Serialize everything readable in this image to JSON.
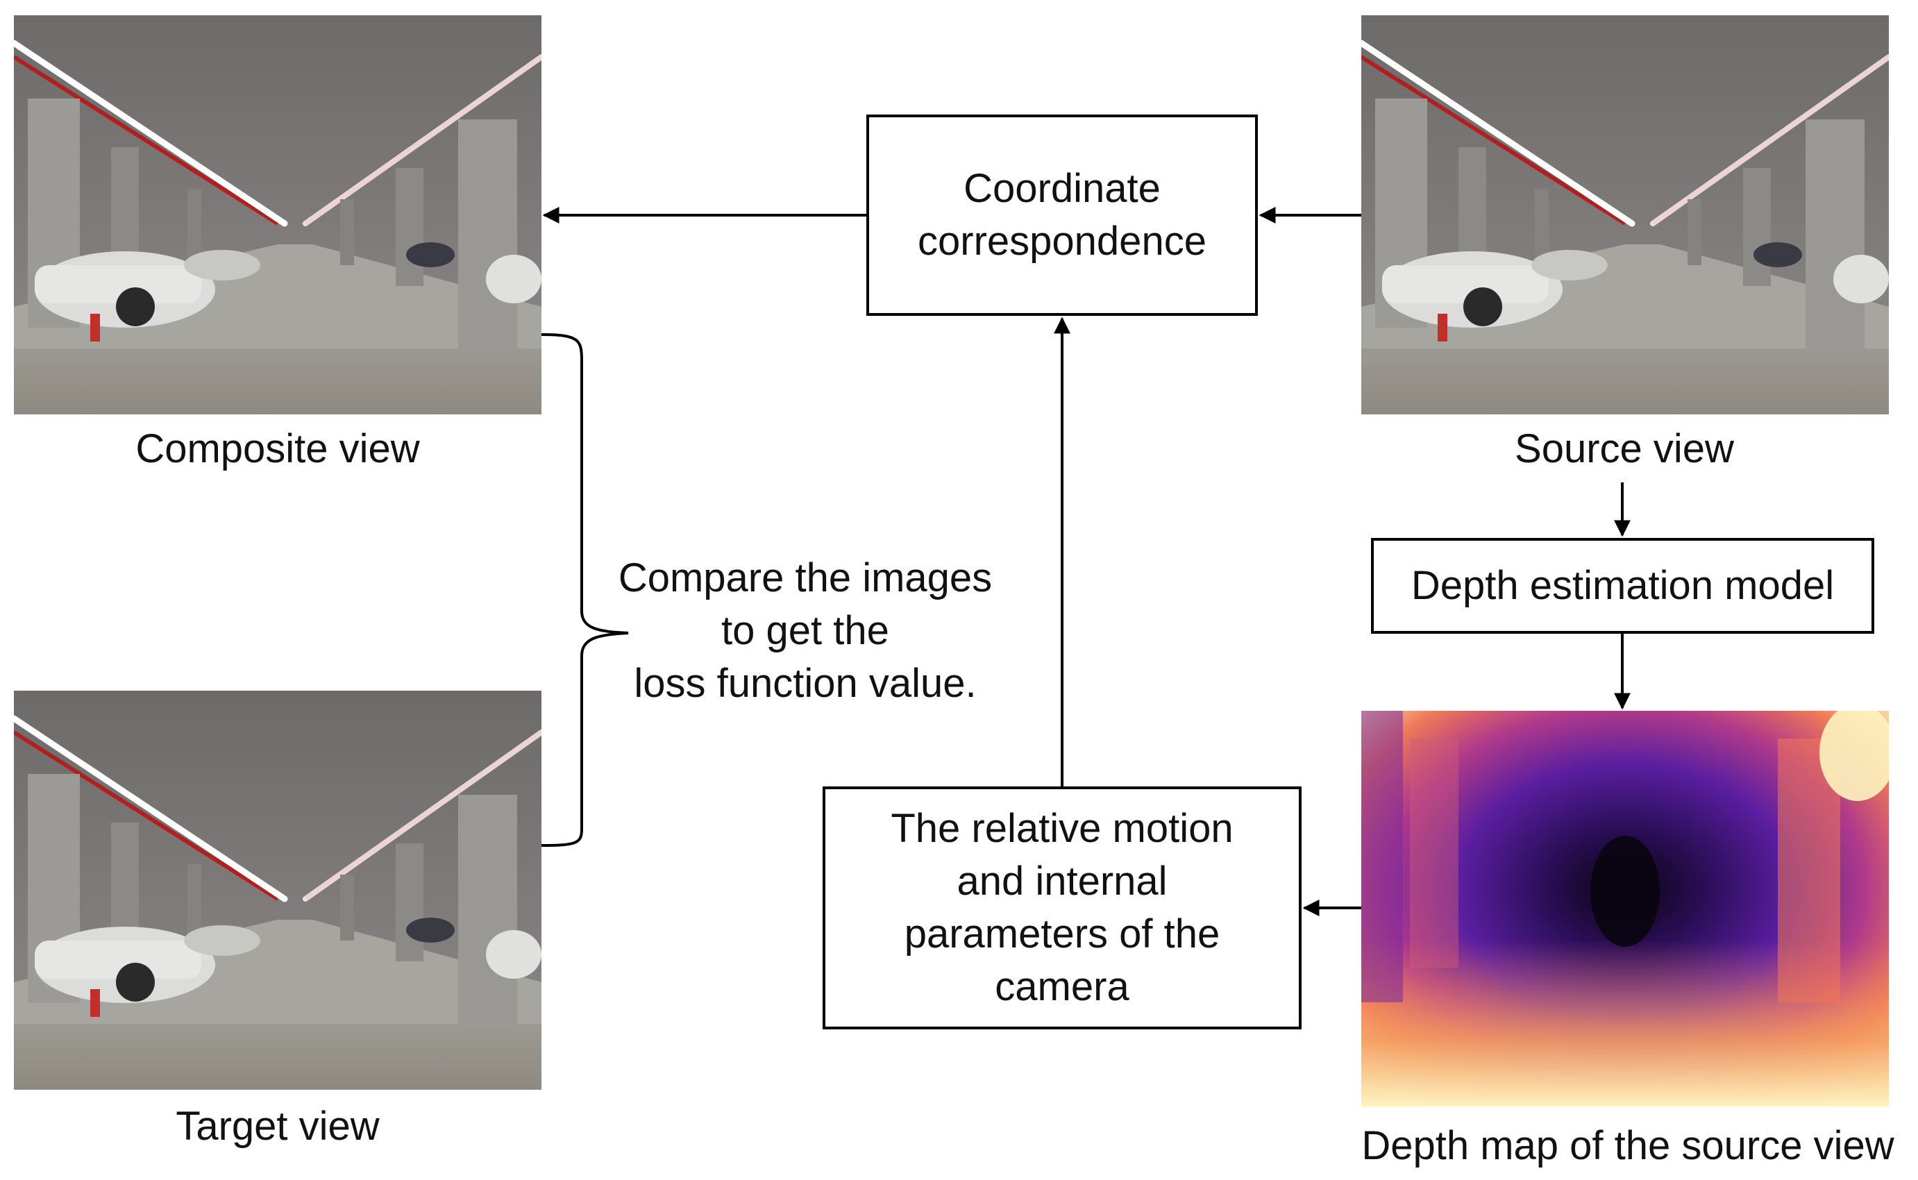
{
  "images": {
    "composite": {
      "caption": "Composite view"
    },
    "target": {
      "caption": "Target view"
    },
    "source": {
      "caption": "Source view"
    },
    "depth_map": {
      "caption": "Depth map of the source view"
    }
  },
  "boxes": {
    "coordinate": {
      "lines": [
        "Coordinate",
        "correspondence"
      ]
    },
    "depth_model": {
      "lines": [
        "Depth estimation model"
      ]
    },
    "motion": {
      "lines": [
        "The relative motion",
        "and internal",
        "parameters of the",
        "camera"
      ]
    }
  },
  "compare_note": {
    "lines": [
      "Compare the images",
      "to get the",
      "loss function value."
    ]
  },
  "colors": {
    "line": "#000000",
    "depth_far": "#0a0410",
    "depth_mid": "#5a1ea0",
    "depth_near": "#fdf3c0"
  }
}
